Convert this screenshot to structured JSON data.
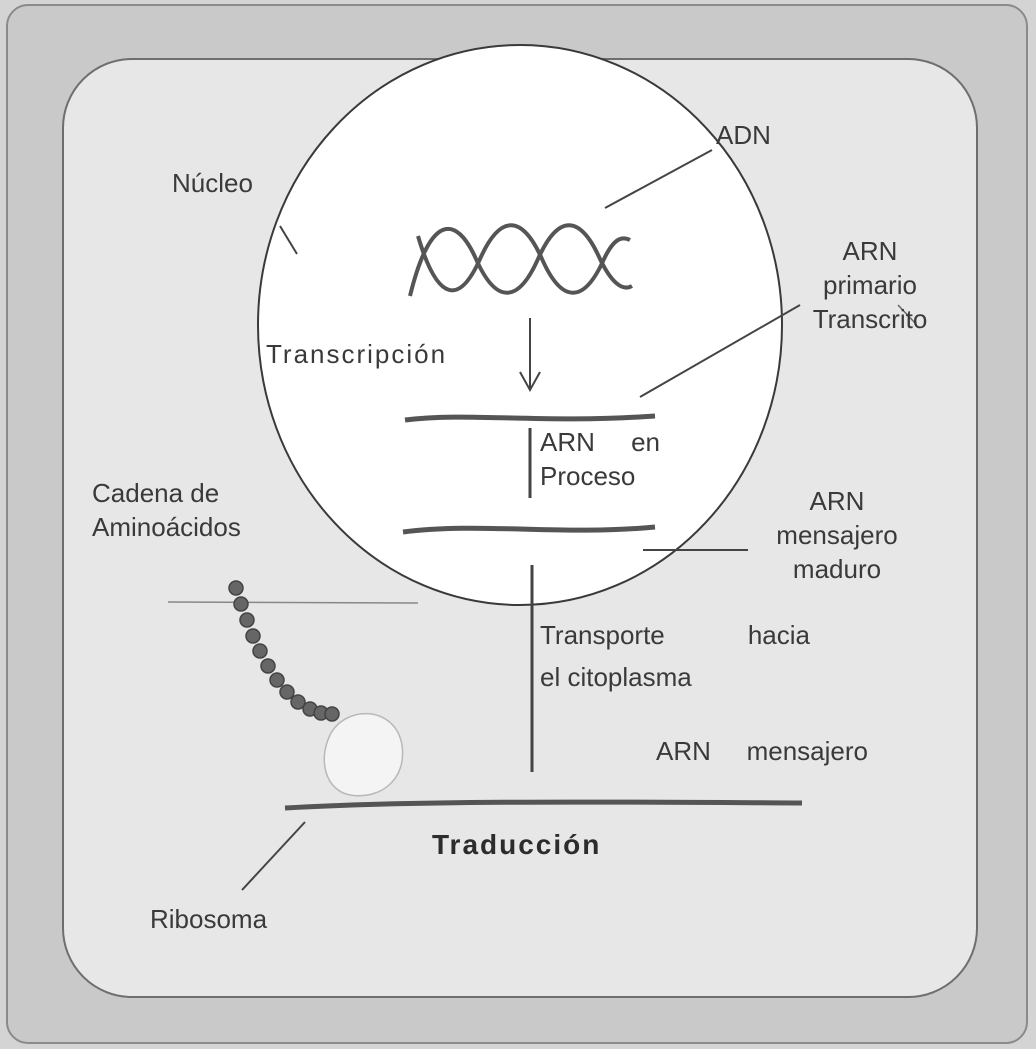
{
  "labels": {
    "adn": "ADN",
    "nucleo": "Núcleo",
    "arn_primario": [
      "ARN",
      "primario",
      "Transcrito"
    ],
    "transcripcion": "Transcripción",
    "arn_en_proceso": {
      "0a": "ARN",
      "0b": "en",
      "1": "Proceso"
    },
    "cadena": [
      "Cadena de",
      "Aminoácidos"
    ],
    "arn_maduro": [
      "ARN",
      "mensajero",
      "maduro"
    ],
    "transporte": {
      "0a": "Transporte",
      "0b": "hacia",
      "1": "el citoplasma"
    },
    "arn_mensajero": [
      "ARN",
      "mensajero"
    ],
    "traduccion": "Traducción",
    "ribosoma": "Ribosoma"
  },
  "colors": {
    "background": "#d4d4d4",
    "cytoplasm": "#e7e7e7",
    "nucleus": "#ffffff",
    "stroke": "#3a3a3a",
    "amino_acid": "#666666"
  }
}
